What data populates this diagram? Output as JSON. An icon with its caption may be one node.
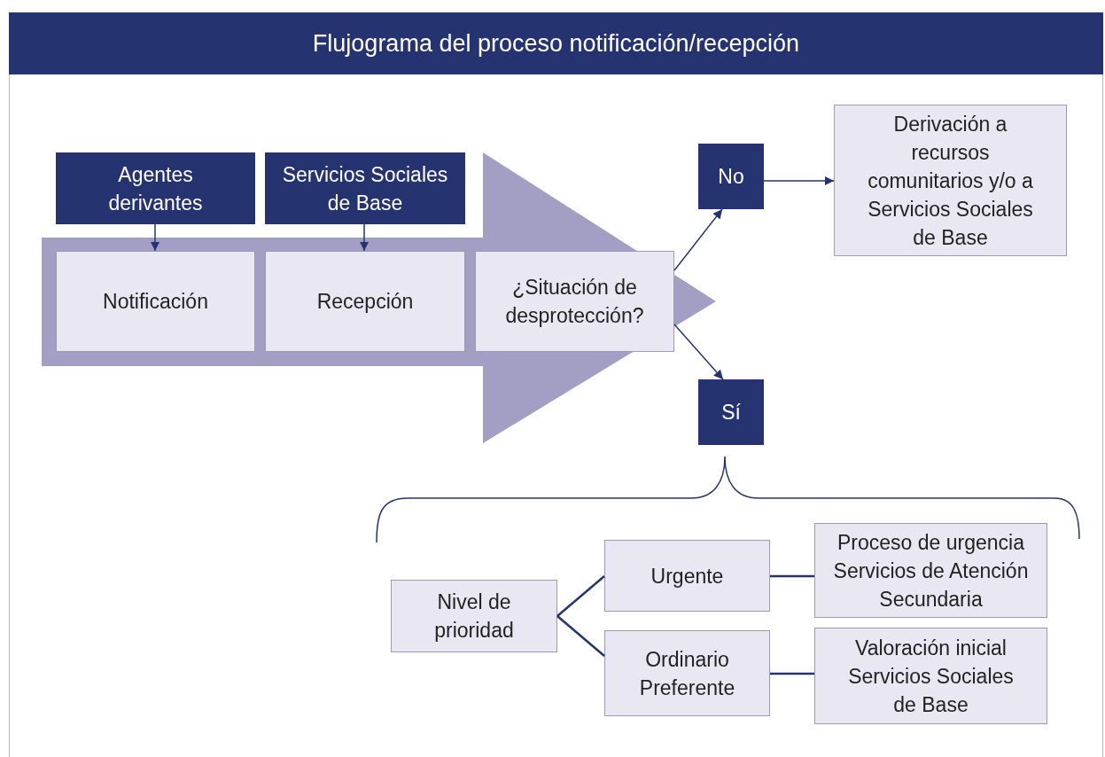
{
  "diagram": {
    "title": "Flujograma del proceso notificación/recepción",
    "nodes": [
      {
        "text": [
          "Agentes derivantes"
        ]
      },
      {
        "text": [
          "Servicios Sociales de Base"
        ]
      },
      {
        "text": [
          "Notificación"
        ]
      },
      {
        "text": [
          "Recepción"
        ]
      },
      {
        "text": [
          "¿Situación de desprotección?"
        ]
      },
      {
        "text": [
          "No"
        ]
      },
      {
        "text": [
          "Derivación a recursos comunitarios y/o a Servicios Sociales de Base"
        ]
      },
      {
        "text": [
          "Sí"
        ]
      },
      {
        "text": [
          "Nivel de prioridad"
        ]
      },
      {
        "text": [
          "Urgente"
        ]
      },
      {
        "text": [
          "Ordinario Preferente"
        ]
      },
      {
        "text": [
          "Proceso de urgencia Servicios de Atención Secundaria"
        ]
      },
      {
        "text": [
          "Valoración inicial Servicios Sociales de Base"
        ]
      }
    ],
    "edges": [
      {
        "from": 0,
        "to": 2,
        "arrow": "to"
      },
      {
        "from": 1,
        "to": 3,
        "arrow": "to"
      },
      {
        "from": 4,
        "to": 5,
        "arrow": "to"
      },
      {
        "from": 4,
        "to": 7,
        "arrow": "to"
      },
      {
        "from": 5,
        "to": 6,
        "arrow": "to"
      },
      {
        "from": 8,
        "to": 9,
        "arrow": "none"
      },
      {
        "from": 8,
        "to": 10,
        "arrow": "none"
      },
      {
        "from": 9,
        "to": 11,
        "arrow": "none"
      },
      {
        "from": 10,
        "to": 12,
        "arrow": "none"
      }
    ]
  }
}
